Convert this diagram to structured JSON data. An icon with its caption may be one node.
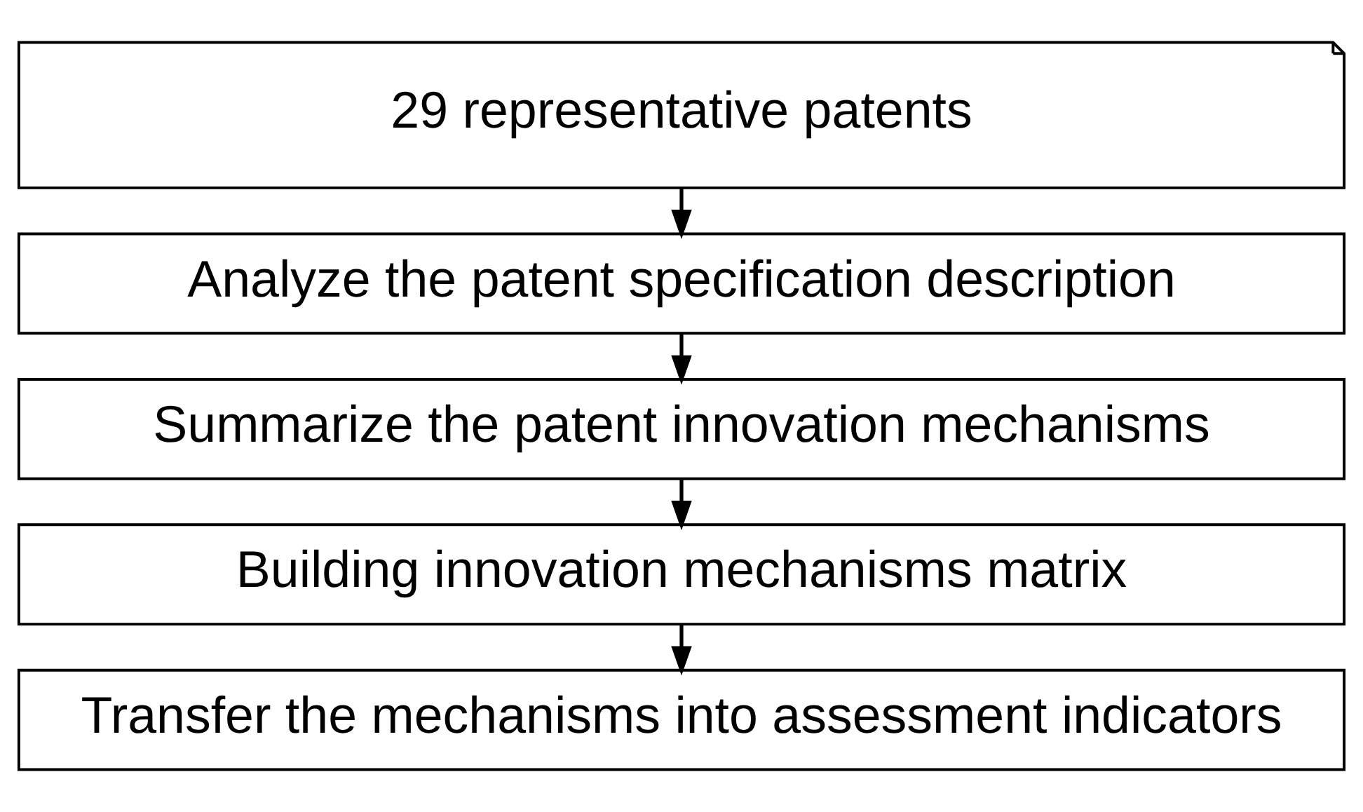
{
  "diagram": {
    "nodes": [
      {
        "text": [
          "29 representative patents"
        ]
      },
      {
        "text": [
          "Analyze the patent specification description"
        ]
      },
      {
        "text": [
          "Summarize the patent innovation mechanisms"
        ]
      },
      {
        "text": [
          "Building innovation mechanisms matrix"
        ]
      },
      {
        "text": [
          "Transfer the mechanisms into assessment indicators"
        ]
      }
    ],
    "edges": [
      {
        "from": 0,
        "to": 1,
        "arrow": "to"
      },
      {
        "from": 1,
        "to": 2,
        "arrow": "to"
      },
      {
        "from": 2,
        "to": 3,
        "arrow": "to"
      },
      {
        "from": 3,
        "to": 4,
        "arrow": "to"
      }
    ]
  }
}
